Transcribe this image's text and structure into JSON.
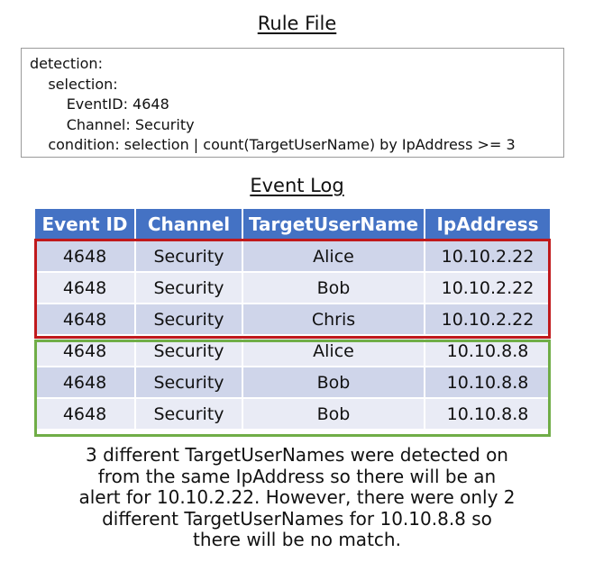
{
  "rule_file": {
    "title": "Rule File",
    "lines": [
      "detection:",
      "    selection:",
      "        EventID: 4648",
      "        Channel: Security",
      "    condition: selection | count(TargetUserName) by IpAddress >= 3"
    ]
  },
  "event_log": {
    "title": "Event Log",
    "columns": [
      "Event ID",
      "Channel",
      "TargetUserName",
      "IpAddress"
    ],
    "rows": [
      [
        "4648",
        "Security",
        "Alice",
        "10.10.2.22"
      ],
      [
        "4648",
        "Security",
        "Bob",
        "10.10.2.22"
      ],
      [
        "4648",
        "Security",
        "Chris",
        "10.10.2.22"
      ],
      [
        "4648",
        "Security",
        "Alice",
        "10.10.8.8"
      ],
      [
        "4648",
        "Security",
        "Bob",
        "10.10.8.8"
      ],
      [
        "4648",
        "Security",
        "Bob",
        "10.10.8.8"
      ]
    ],
    "group_colors": {
      "match": "#c0191c",
      "no_match": "#70ad47"
    }
  },
  "explanation": {
    "lines": [
      "3 different TargetUserNames were detected on",
      "from the same IpAddress so there will be an",
      "alert for 10.10.2.22. However, there were only 2",
      "different TargetUserNames for 10.10.8.8 so",
      "there will be no match."
    ]
  }
}
